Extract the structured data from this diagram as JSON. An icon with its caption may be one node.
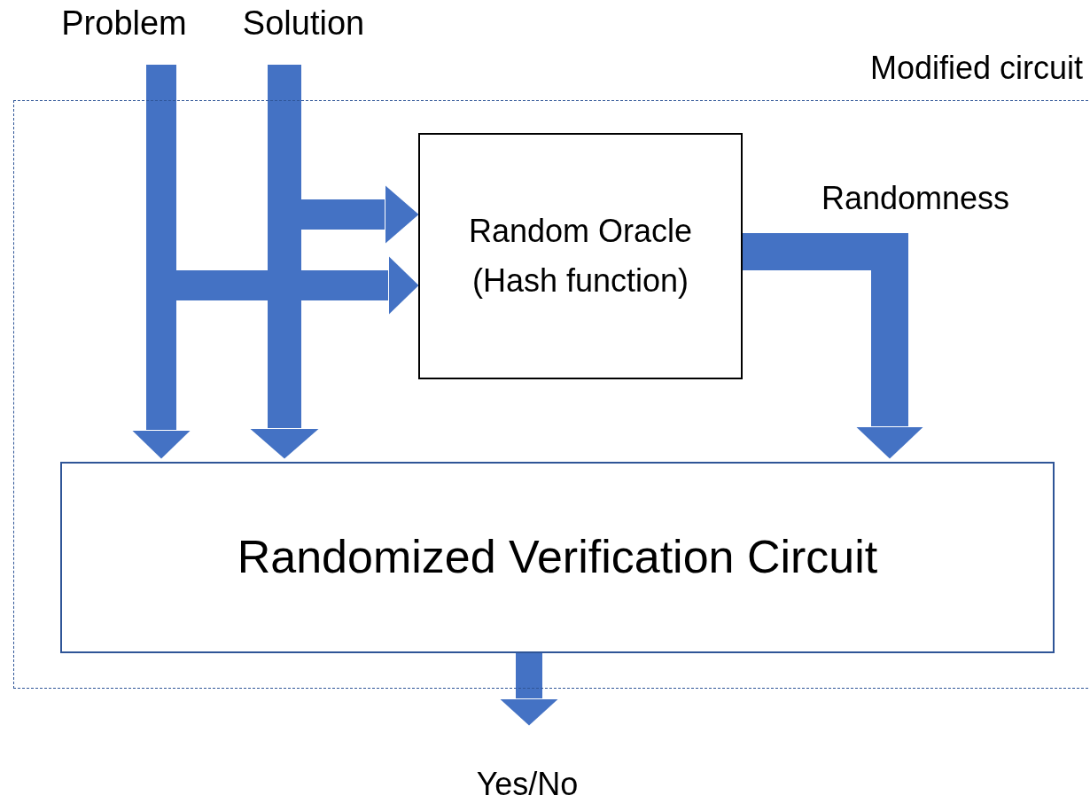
{
  "diagram": {
    "nodes": [
      {
        "text": [
          "Modified circuit"
        ]
      },
      {
        "text": [
          "Problem"
        ]
      },
      {
        "text": [
          "Solution"
        ]
      },
      {
        "text": [
          "Random Oracle (Hash function)"
        ],
        "in": 0
      },
      {
        "text": [
          "Randomized Verification Circuit"
        ],
        "in": 0
      },
      {
        "text": [
          "Yes/No"
        ]
      }
    ],
    "edges": [
      {
        "from": 1,
        "to": 4,
        "arrow": "to"
      },
      {
        "from": 2,
        "to": 4,
        "arrow": "to"
      },
      {
        "from": 2,
        "to": 3,
        "arrow": "to"
      },
      {
        "from": 1,
        "to": 3,
        "arrow": "to"
      },
      {
        "from": 3,
        "to": 4,
        "arrow": "to",
        "label": "Randomness"
      },
      {
        "from": 4,
        "to": 5,
        "arrow": "to"
      }
    ]
  }
}
